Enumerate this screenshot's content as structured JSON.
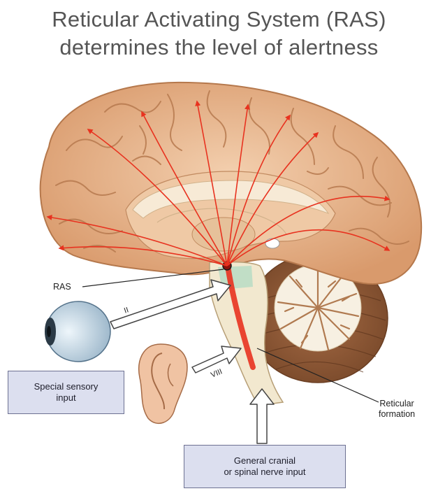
{
  "title": {
    "line1": "Reticular Activating System (RAS)",
    "line2": "determines the level of alertness"
  },
  "labels": {
    "ras": "RAS",
    "nerve_optic": "II",
    "nerve_vestibulocochlear": "VIII",
    "reticular_line1": "Reticular",
    "reticular_line2": "formation"
  },
  "boxes": {
    "special_sensory_line1": "Special sensory",
    "special_sensory_line2": "input",
    "general_input_line1": "General cranial",
    "general_input_line2": "or spinal nerve input"
  },
  "colors": {
    "title": "#555555",
    "brain": "#e9b78f",
    "projection_arrows": "#e8321f",
    "input_box": "#dcdfef",
    "brainstem": "#f2e8cf"
  }
}
